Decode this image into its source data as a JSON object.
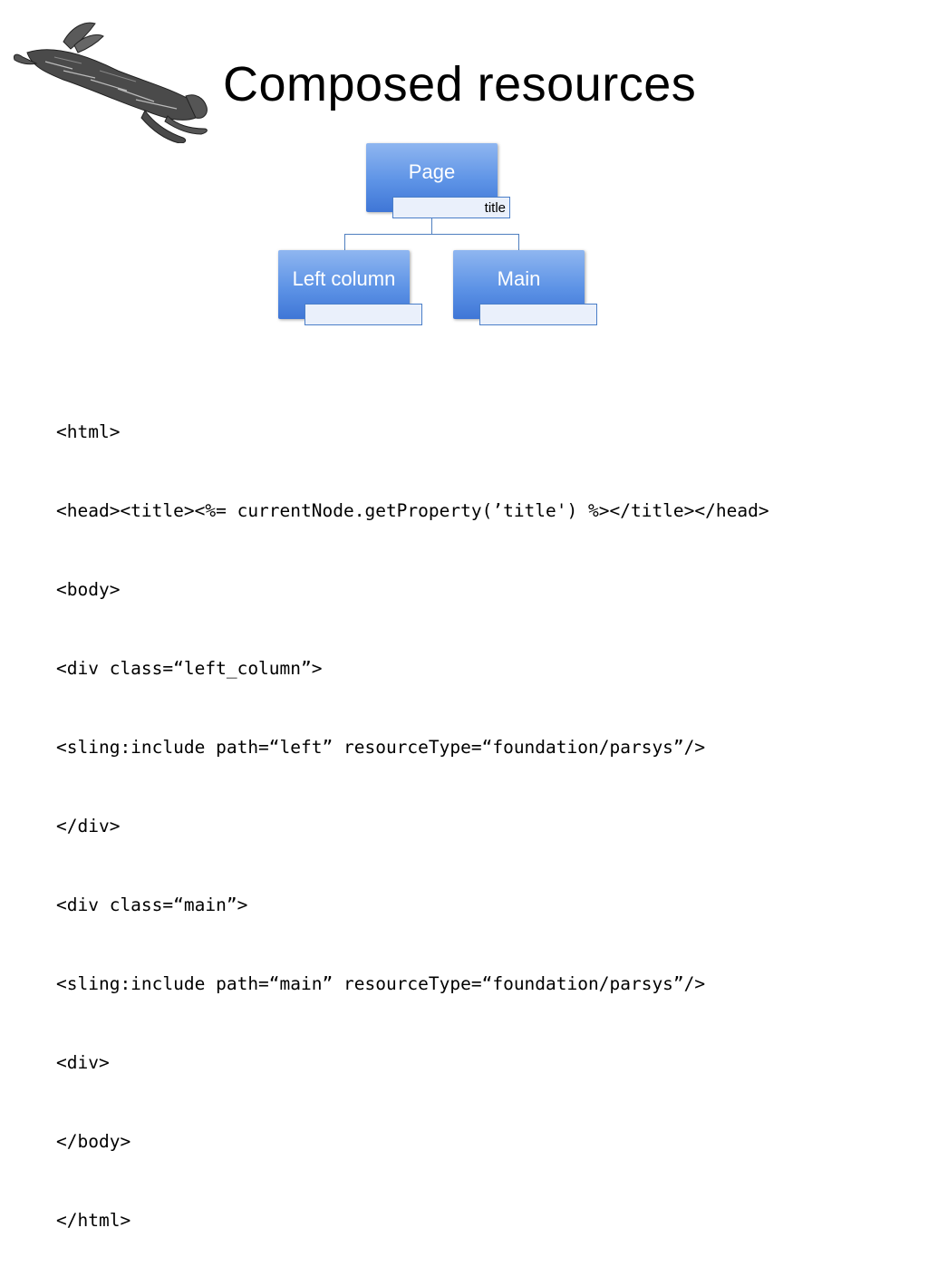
{
  "slide": {
    "title": "Composed resources"
  },
  "diagram": {
    "page_label": "Page",
    "page_property": "title",
    "left_label": "Left column",
    "main_label": "Main",
    "accent_color": "#5d93e6"
  },
  "code": {
    "lines": [
      "<html>",
      "<head><title><%= currentNode.getProperty(’title') %></title></head>",
      "<body>",
      "<div class=“left_column”>",
      "<sling:include path=“left” resourceType=“foundation/parsys”/>",
      "</div>",
      "<div class=“main”>",
      "<sling:include path=“main” resourceType=“foundation/parsys”/>",
      "<div>",
      "</body>",
      "</html>"
    ]
  },
  "logo": {
    "icon": "leaping-hare-icon"
  }
}
